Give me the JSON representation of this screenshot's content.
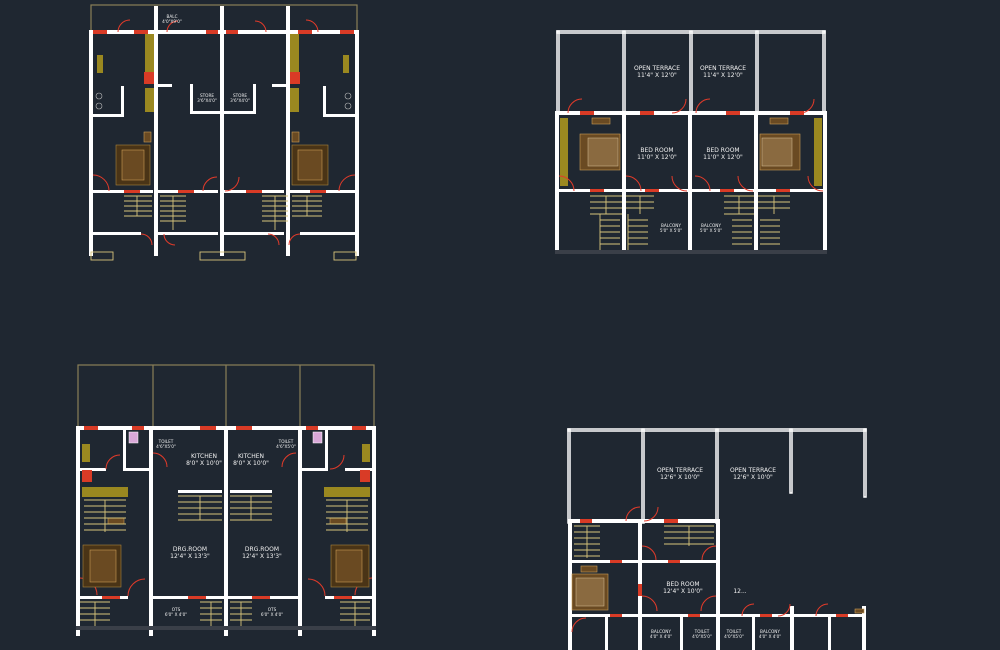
{
  "plan_tl": {
    "labels": [
      {
        "id": "tl-lbl-1",
        "l1": "BALC",
        "l2": "4'0\"X9'0\"",
        "small": true
      },
      {
        "id": "tl-lbl-2",
        "l1": "STORE",
        "l2": "3'6\"X4'0\"",
        "small": true
      },
      {
        "id": "tl-lbl-3",
        "l1": "STORE",
        "l2": "3'6\"X4'0\"",
        "small": true
      }
    ]
  },
  "plan_tr": {
    "labels": [
      {
        "id": "tr-lbl-1",
        "l1": "OPEN TERRACE",
        "l2": "11'4\" X 12'0\""
      },
      {
        "id": "tr-lbl-2",
        "l1": "OPEN TERRACE",
        "l2": "11'4\" X 12'0\""
      },
      {
        "id": "tr-lbl-3",
        "l1": "BED ROOM",
        "l2": "11'0\" X 12'0\""
      },
      {
        "id": "tr-lbl-4",
        "l1": "BED ROOM",
        "l2": "11'0\" X 12'0\""
      },
      {
        "id": "tr-lbl-5",
        "l1": "BALCONY",
        "l2": "5'0\" X 5'0\"",
        "small": true
      },
      {
        "id": "tr-lbl-6",
        "l1": "BALCONY",
        "l2": "5'0\" X 5'0\"",
        "small": true
      }
    ]
  },
  "plan_bl": {
    "labels": [
      {
        "id": "bl-lbl-1",
        "l1": "TOILET",
        "l2": "4'6\"X5'0\"",
        "small": true
      },
      {
        "id": "bl-lbl-2",
        "l1": "TOILET",
        "l2": "4'6\"X5'0\"",
        "small": true
      },
      {
        "id": "bl-lbl-3",
        "l1": "KITCHEN",
        "l2": "8'0\" X 10'0\""
      },
      {
        "id": "bl-lbl-4",
        "l1": "KITCHEN",
        "l2": "8'0\" X 10'0\""
      },
      {
        "id": "bl-lbl-5",
        "l1": "DRG.ROOM",
        "l2": "12'4\" X 13'3\""
      },
      {
        "id": "bl-lbl-6",
        "l1": "DRG.ROOM",
        "l2": "12'4\" X 13'3\""
      },
      {
        "id": "bl-lbl-7",
        "l1": "OTS",
        "l2": "6'0\" X 4'0\"",
        "small": true
      },
      {
        "id": "bl-lbl-8",
        "l1": "OTS",
        "l2": "6'0\" X 4'0\"",
        "small": true
      }
    ]
  },
  "plan_br": {
    "labels": [
      {
        "id": "br-lbl-1",
        "l1": "OPEN TERRACE",
        "l2": "12'6\" X 10'0\""
      },
      {
        "id": "br-lbl-2",
        "l1": "OPEN TERRACE",
        "l2": "12'6\" X 10'0\""
      },
      {
        "id": "br-lbl-3",
        "l1": "BED ROOM",
        "l2": "12'4\" X 10'0\""
      },
      {
        "id": "br-lbl-4",
        "l1": "12...",
        "l2": ""
      },
      {
        "id": "br-lbl-5",
        "l1": "BALCONY",
        "l2": "4'0\" X 4'0\"",
        "small": true
      },
      {
        "id": "br-lbl-6",
        "l1": "TOILET",
        "l2": "4'0\"X5'0\"",
        "small": true
      },
      {
        "id": "br-lbl-7",
        "l1": "TOILET",
        "l2": "4'0\"X5'0\"",
        "small": true
      },
      {
        "id": "br-lbl-8",
        "l1": "BALCONY",
        "l2": "4'0\" X 4'0\"",
        "small": true
      }
    ]
  }
}
